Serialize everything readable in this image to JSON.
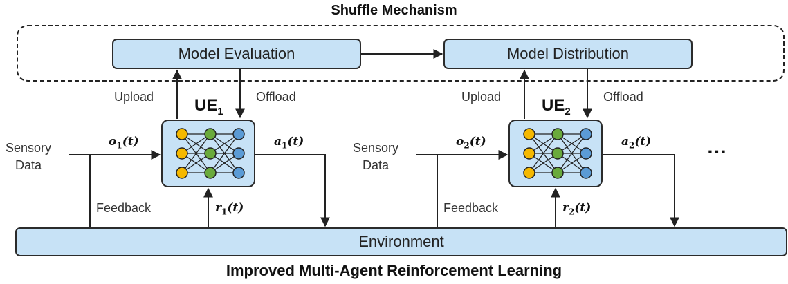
{
  "titles": {
    "top": "Shuffle Mechanism",
    "bottom": "Improved Multi-Agent Reinforcement Learning"
  },
  "boxes": {
    "model_evaluation": "Model Evaluation",
    "model_distribution": "Model Distribution",
    "environment": "Environment"
  },
  "agents": [
    {
      "ue_prefix": "UE",
      "ue_index": "1",
      "upload": "Upload",
      "offload": "Offload",
      "sensory": "Sensory",
      "data": "Data",
      "feedback": "Feedback",
      "obs_symbol": "o",
      "action_symbol": "a",
      "reward_symbol": "r",
      "time_arg": "(t)"
    },
    {
      "ue_prefix": "UE",
      "ue_index": "2",
      "upload": "Upload",
      "offload": "Offload",
      "sensory": "Sensory",
      "data": "Data",
      "feedback": "Feedback",
      "obs_symbol": "o",
      "action_symbol": "a",
      "reward_symbol": "r",
      "time_arg": "(t)"
    }
  ],
  "more_agents": "…",
  "colors": {
    "box_fill": "#c7e2f6",
    "input_node": "#f5b800",
    "hidden_node": "#6aaa3c",
    "output_node": "#5b9bd5",
    "line": "#222222"
  }
}
